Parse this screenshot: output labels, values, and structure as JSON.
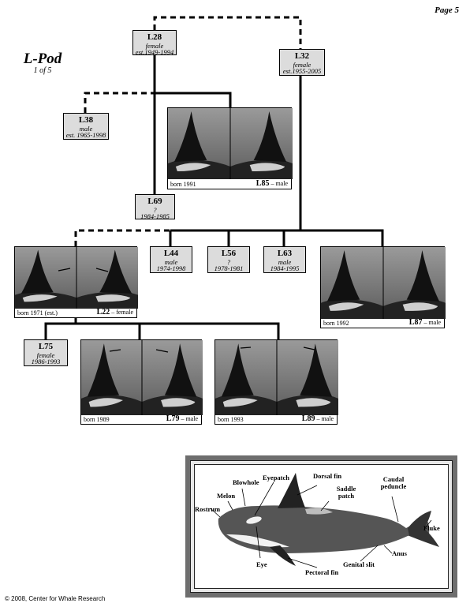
{
  "page_number": "Page 5",
  "pod": {
    "title": "L-Pod",
    "subtitle": "1 of 5"
  },
  "nodes": {
    "L28": {
      "id": "L28",
      "sex": "female",
      "years": "est.1949-1994"
    },
    "L32": {
      "id": "L32",
      "sex": "female",
      "years": "est.1955-2005"
    },
    "L38": {
      "id": "L38",
      "sex": "male",
      "years": "est. 1965-1998"
    },
    "L69": {
      "id": "L69",
      "sex": "?",
      "years": "1984-1985"
    },
    "L44": {
      "id": "L44",
      "sex": "male",
      "years": "1974-1998"
    },
    "L56": {
      "id": "L56",
      "sex": "?",
      "years": "1978-1981"
    },
    "L63": {
      "id": "L63",
      "sex": "male",
      "years": "1984-1995"
    },
    "L75": {
      "id": "L75",
      "sex": "female",
      "years": "1986-1993"
    }
  },
  "photos": {
    "L85": {
      "born": "born 1991",
      "name": "L85",
      "sex": "male"
    },
    "L22": {
      "born": "born 1971 (est.)",
      "name": "L22",
      "sex": "female"
    },
    "L87": {
      "born": "born 1992",
      "name": "L87",
      "sex": "male"
    },
    "L79": {
      "born": "born 1989",
      "name": "L79",
      "sex": "male"
    },
    "L89": {
      "born": "born 1993",
      "name": "L89",
      "sex": "male"
    }
  },
  "anatomy": {
    "blowhole": "Blowhole",
    "melon": "Melon",
    "rostrum": "Rostrum",
    "eyepatch": "Eyepatch",
    "dorsal_fin": "Dorsal fin",
    "saddle_patch": "Saddle patch",
    "caudal_peduncle": "Caudal peduncle",
    "fluke": "Fluke",
    "eye": "Eye",
    "pectoral_fin": "Pectoral fin",
    "genital_slit": "Genital slit",
    "anus": "Anus"
  },
  "copyright": "© 2008, Center for Whale Research",
  "icons": {
    "fin": "dorsal-fin-photo-icon",
    "whale": "orca-illustration-icon"
  }
}
